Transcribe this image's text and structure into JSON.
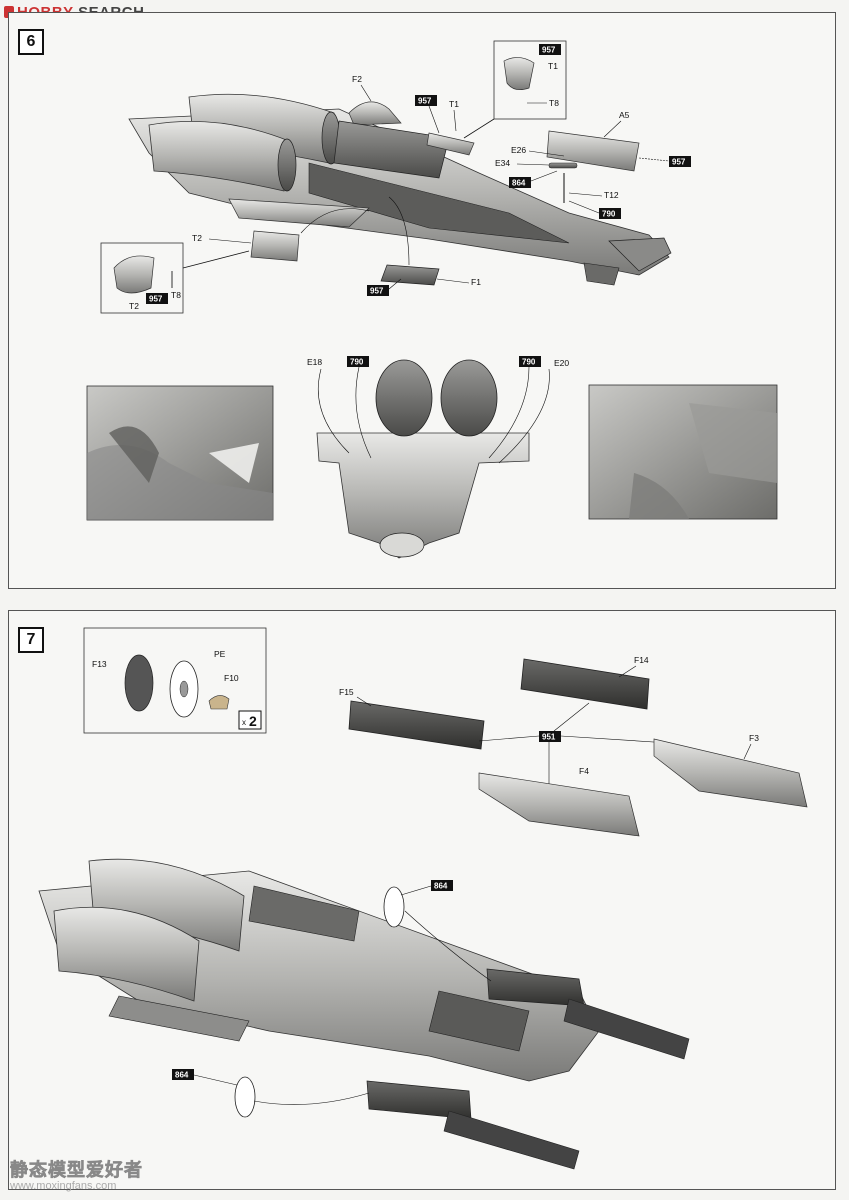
{
  "watermark": {
    "brand_a": "H",
    "brand_b": "BBY",
    "brand_c": "SEARCH",
    "bottom_cn": "静态模型爱好者",
    "bottom_url": "www.moxingfans.com"
  },
  "step6": {
    "number": "6",
    "labels": {
      "F2": "F2",
      "T1": "T1",
      "T1b": "T1",
      "T8": "T8",
      "A5": "A5",
      "E26": "E26",
      "E34": "E34",
      "T12": "T12",
      "T2": "T2",
      "T2b": "T2",
      "T8b": "T8",
      "F1": "F1",
      "E18": "E18",
      "E20": "E20"
    },
    "tags": {
      "t957a": "957",
      "t957b": "957",
      "t957c": "957",
      "t957d": "957",
      "t957e": "957",
      "t864": "864",
      "t790a": "790",
      "t790b": "790",
      "t790c": "790"
    }
  },
  "step7": {
    "number": "7",
    "labels": {
      "F13": "F13",
      "PE": "PE",
      "F10": "F10",
      "F14": "F14",
      "F15": "F15",
      "F3": "F3",
      "F4": "F4"
    },
    "multiplier_x": "x",
    "multiplier_n": "2",
    "tags": {
      "t951": "951",
      "t864a": "864",
      "t864b": "864"
    }
  }
}
